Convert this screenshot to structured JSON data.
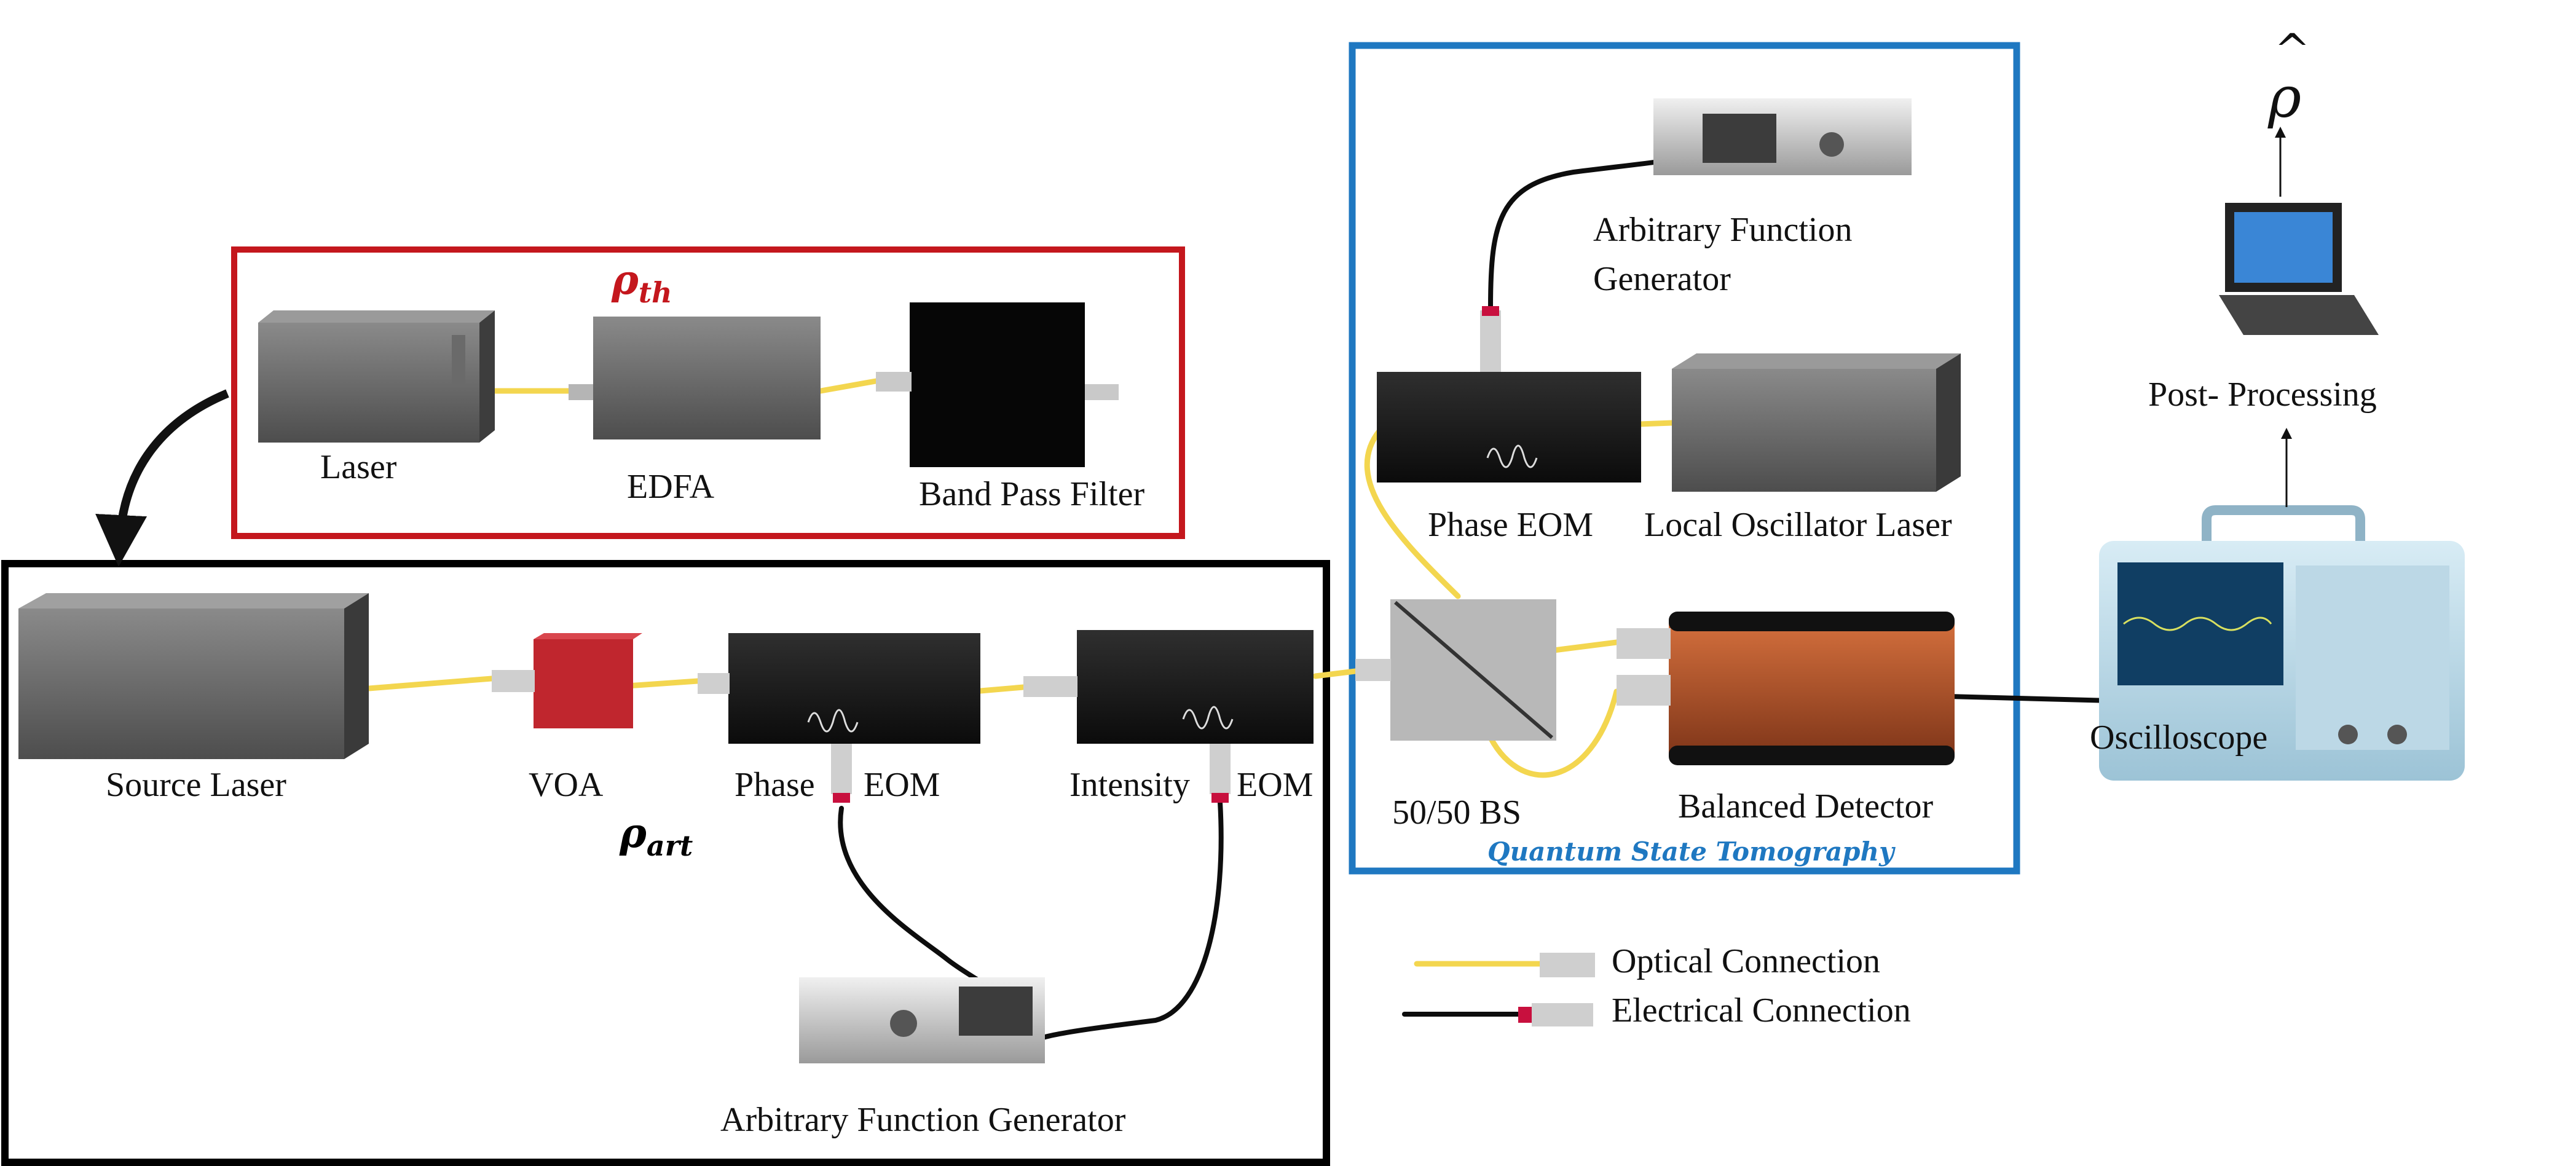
{
  "diagram": {
    "boxes": {
      "thermal": {
        "label": "ρ",
        "sub": "th",
        "color": "#c4171d"
      },
      "artificial": {
        "label": "ρ",
        "sub": "art",
        "color": "#000000"
      },
      "tomography": {
        "label": "Quantum State Tomography",
        "color": "#1f78c1"
      }
    },
    "devices": {
      "laser": "Laser",
      "edfa": "EDFA",
      "bpf": "Band Pass Filter",
      "source_laser": "Source Laser",
      "voa": "VOA",
      "phase_eom_a": "Phase",
      "phase_eom_b": "EOM",
      "intensity_eom_a": "Intensity",
      "intensity_eom_b": "EOM",
      "afg_bottom": "Arbitrary Function Generator",
      "afg_top_1": "Arbitrary Function",
      "afg_top_2": "Generator",
      "phase_eom_qst": "Phase EOM",
      "lo_laser": "Local Oscillator Laser",
      "bs": "50/50 BS",
      "balanced_detector": "Balanced Detector",
      "oscilloscope": "Oscilloscope",
      "post_processing": "Post- Processing",
      "rho_hat": "ρ",
      "rho_hat_accent": "^"
    },
    "legend": {
      "optical": "Optical Connection",
      "electrical": "Electrical Connection"
    },
    "colors": {
      "fiber": "#f3d64f",
      "cable": "#0d0d0d",
      "plug": "#c8103e",
      "device_gray": "#5e5e5e",
      "voa_red": "#c0262e",
      "detector_orange": "#b0502c"
    }
  }
}
